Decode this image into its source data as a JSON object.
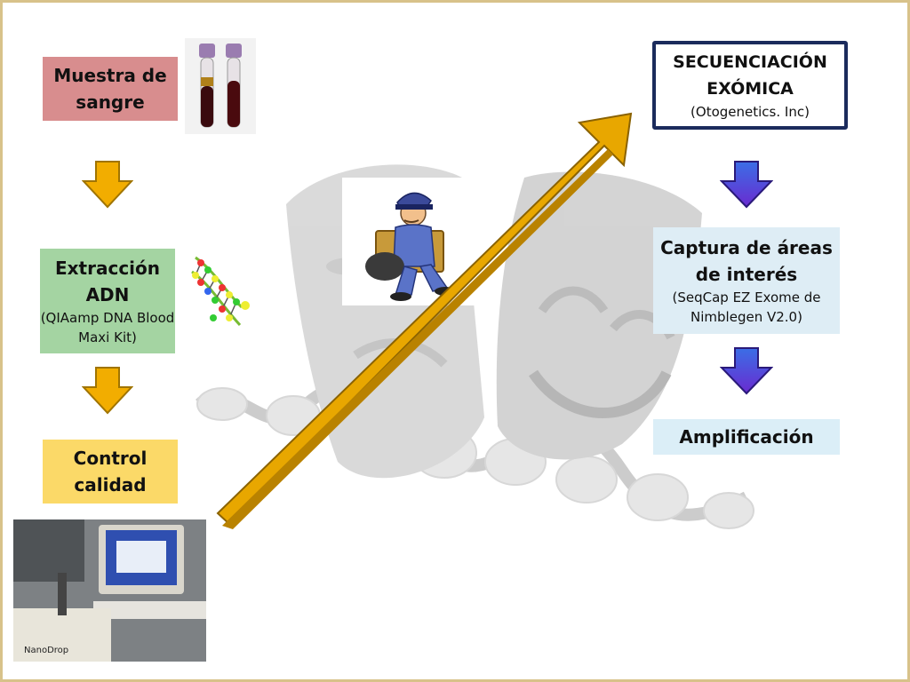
{
  "steps": {
    "muestra": {
      "title": "Muestra de sangre"
    },
    "extraccion": {
      "title": "Extracción ADN",
      "subtitle": "(QIAamp DNA Blood Maxi Kit)"
    },
    "control": {
      "title": "Control calidad"
    },
    "secuenciacion": {
      "title_line1": "SECUENCIACIÓN",
      "title_line2": "EXÓMICA",
      "subtitle": "(Otogenetics. Inc)"
    },
    "captura": {
      "title": "Captura de áreas de interés",
      "subtitle": "(SeqCap EZ Exome de Nimblegen V2.0)"
    },
    "amplificacion": {
      "title": "Amplificación"
    }
  },
  "images": {
    "tubes": "blood-sample-tubes",
    "dna": "dna-helix-model",
    "mailman": "mail-carrier-cartoon",
    "nanodrop": "nanodrop-spectrophotometer-photo",
    "nanodrop_label": "NanoDrop"
  },
  "colors": {
    "left_arrow": "#f2ad00",
    "right_arrow": "#5b2fd8",
    "diagonal_arrow": "#e8a700",
    "muestra_box": "#d88d8e",
    "extraccion_box": "#a4d4a2",
    "control_box": "#fbd968",
    "secuenciacion_border": "#1b2b5c",
    "captura_box": "#deedf5"
  }
}
